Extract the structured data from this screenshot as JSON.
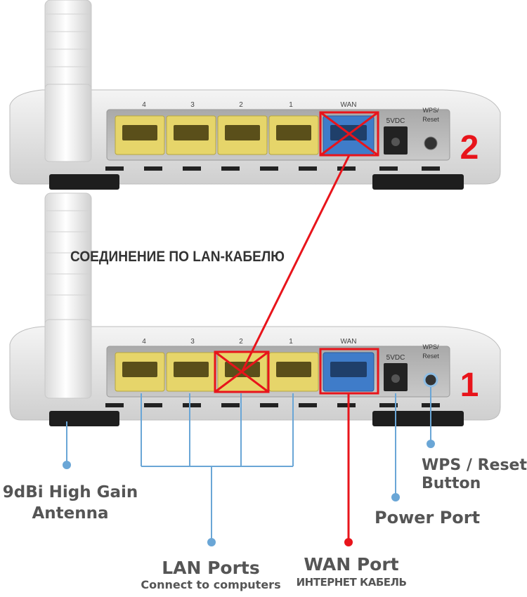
{
  "colors": {
    "red_marker": "#e8141b",
    "callout_blue": "#6aa6d6",
    "lan_port_yellow": "#e6d56a",
    "wan_port_blue": "#3f7cc9",
    "caption_gray": "#555555"
  },
  "routers": [
    {
      "number": "2",
      "port_labels": [
        "4",
        "3",
        "2",
        "1",
        "WAN"
      ],
      "power_label": "5VDC",
      "wps_label": [
        "WPS/",
        "Reset"
      ],
      "crossed_port": "WAN"
    },
    {
      "number": "1",
      "port_labels": [
        "4",
        "3",
        "2",
        "1",
        "WAN"
      ],
      "power_label": "5VDC",
      "wps_label": [
        "WPS/",
        "Reset"
      ],
      "crossed_port": "2"
    }
  ],
  "connection_label": "СОЕДИНЕНИЕ ПО LAN-КАБЕЛЮ",
  "callouts": {
    "antenna": [
      "9dBi High Gain",
      "Antenna"
    ],
    "lan": {
      "title": "LAN Ports",
      "subtitle": "Connect to computers"
    },
    "wan": {
      "title": "WAN Port",
      "subtitle": "ИНТЕРНЕТ КАБЕЛЬ"
    },
    "power": "Power Port",
    "wps": [
      "WPS / Reset",
      "Button"
    ]
  }
}
